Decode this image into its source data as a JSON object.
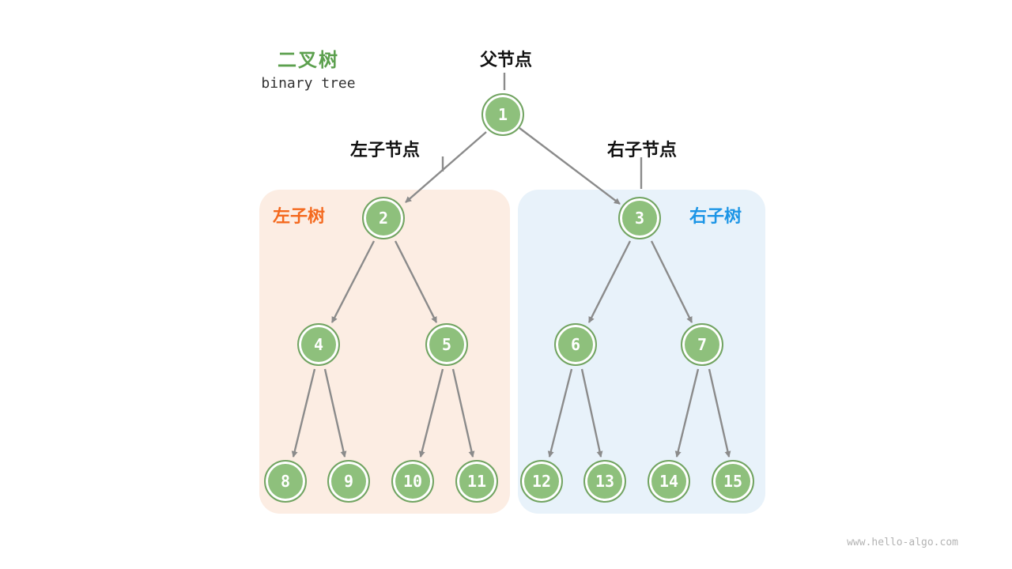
{
  "title": {
    "zh": "二叉树",
    "en": "binary tree"
  },
  "labels": {
    "parent": "父节点",
    "left_child": "左子节点",
    "right_child": "右子节点",
    "left_subtree": "左子树",
    "right_subtree": "右子树"
  },
  "nodes": [
    {
      "value": "1"
    },
    {
      "value": "2"
    },
    {
      "value": "3"
    },
    {
      "value": "4"
    },
    {
      "value": "5"
    },
    {
      "value": "6"
    },
    {
      "value": "7"
    },
    {
      "value": "8"
    },
    {
      "value": "9"
    },
    {
      "value": "10"
    },
    {
      "value": "11"
    },
    {
      "value": "12"
    },
    {
      "value": "13"
    },
    {
      "value": "14"
    },
    {
      "value": "15"
    }
  ],
  "edges": [
    [
      "1",
      "2"
    ],
    [
      "1",
      "3"
    ],
    [
      "2",
      "4"
    ],
    [
      "2",
      "5"
    ],
    [
      "3",
      "6"
    ],
    [
      "3",
      "7"
    ],
    [
      "4",
      "8"
    ],
    [
      "4",
      "9"
    ],
    [
      "5",
      "10"
    ],
    [
      "5",
      "11"
    ],
    [
      "6",
      "12"
    ],
    [
      "6",
      "13"
    ],
    [
      "7",
      "14"
    ],
    [
      "7",
      "15"
    ]
  ],
  "watermark": "www.hello-algo.com",
  "colors": {
    "node_fill": "#8ec07c",
    "node_border": "#72a462",
    "edge": "#8b8b8b",
    "left_subtree_box": "#fcede3",
    "right_subtree_box": "#e8f2fa",
    "title_green": "#5ca04e",
    "left_subtree_orange": "#f4691e",
    "right_subtree_blue": "#1c95e6"
  }
}
